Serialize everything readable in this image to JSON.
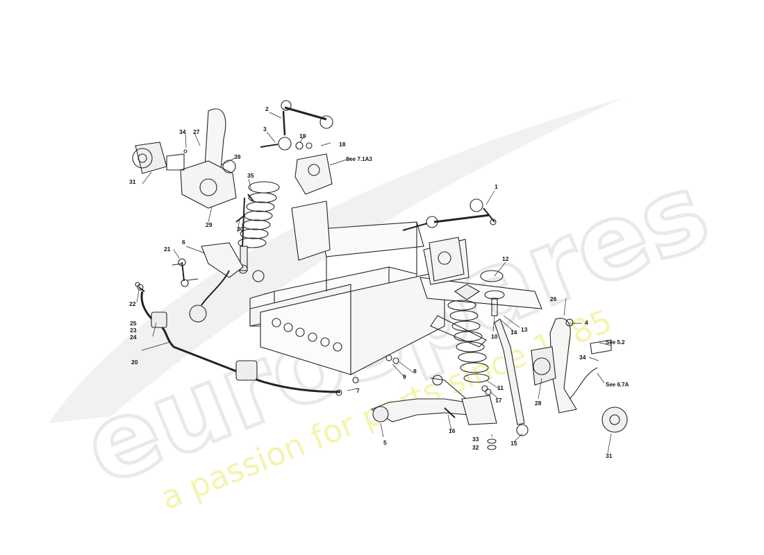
{
  "watermark": {
    "brand": "eurospares",
    "tagline": "a passion for parts since 1985",
    "brand_color": "#e6e6e6",
    "tagline_color": "#f3f39a"
  },
  "references": {
    "see_7_1a3": "See 7.1A3",
    "see_5_2": "See 5.2",
    "see_6_7a": "See 6.7A"
  },
  "callouts": {
    "n1": "1",
    "n2": "2",
    "n3": "3",
    "n4": "4",
    "n5": "5",
    "n6": "6",
    "n7": "7",
    "n8": "8",
    "n9": "9",
    "n10": "10",
    "n11": "11",
    "n12": "12",
    "n13": "13",
    "n14": "14",
    "n15": "15",
    "n16": "16",
    "n17": "17",
    "n18": "18",
    "n19": "19",
    "n20": "20",
    "n21": "21",
    "n22": "22",
    "n23": "23",
    "n24": "24",
    "n25": "25",
    "n26": "26",
    "n27": "27",
    "n28": "28",
    "n29": "29",
    "n30": "30",
    "n31a": "31",
    "n31b": "31",
    "n32": "32",
    "n33": "33",
    "n34a": "34",
    "n34b": "34",
    "n35": "35",
    "n39": "39"
  }
}
